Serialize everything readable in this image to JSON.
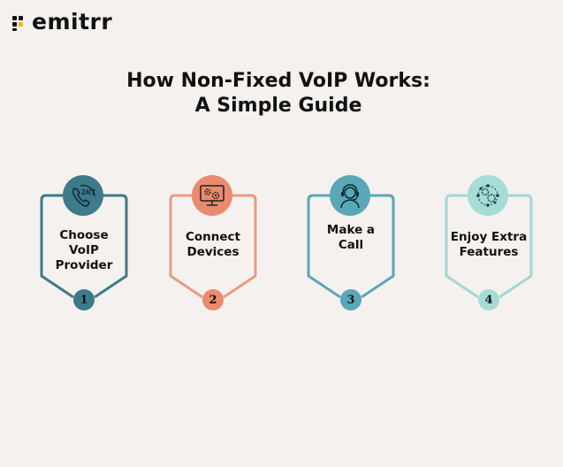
{
  "brand": {
    "name": "emitrr"
  },
  "title": {
    "line1": "How Non-Fixed VoIP Works:",
    "line2": "A Simple Guide"
  },
  "steps": [
    {
      "number": "1",
      "label_lines": [
        "Choose",
        "VoIP",
        "Provider"
      ],
      "icon": "phone-24-7-icon",
      "badge_text": "24/7",
      "color": "#3d7a8a",
      "badge_color": "#3d7a8a"
    },
    {
      "number": "2",
      "label_lines": [
        "Connect",
        "Devices"
      ],
      "icon": "monitor-gears-icon",
      "color": "#e99a82",
      "badge_color": "#ea8a6e"
    },
    {
      "number": "3",
      "label_lines": [
        "Make a",
        "Call"
      ],
      "icon": "headset-agent-icon",
      "color": "#5aa7b7",
      "badge_color": "#5aa7b7"
    },
    {
      "number": "4",
      "label_lines": [
        "Enjoy Extra",
        "Features"
      ],
      "icon": "gears-network-icon",
      "color": "#9fd9d2",
      "badge_color": "#a6dcd6"
    }
  ]
}
